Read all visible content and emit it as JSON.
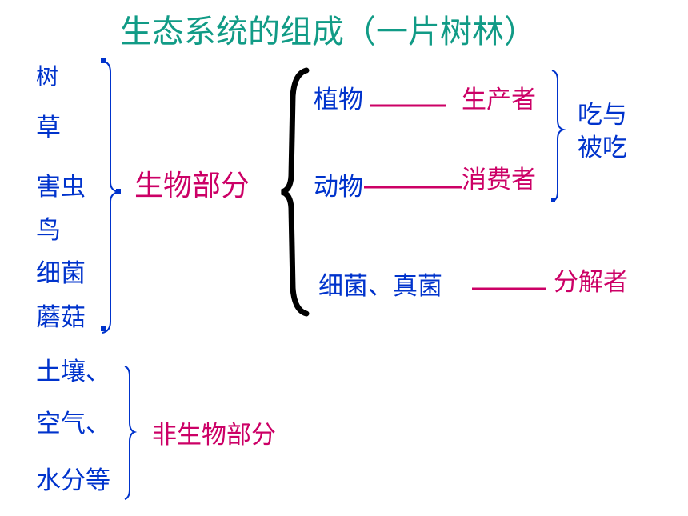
{
  "title": "生态系统的组成（一片树林）",
  "biotic_organisms": [
    "树",
    "草",
    "害虫",
    "鸟",
    "细菌",
    "蘑菇"
  ],
  "biotic_label": "生物部分",
  "abiotic_items": [
    "土壤、",
    "空气、",
    "水分等"
  ],
  "abiotic_label": "非生物部分",
  "groups": [
    {
      "name": "植物",
      "role": "生产者"
    },
    {
      "name": "动物",
      "role": "消费者"
    },
    {
      "name": "细菌、真菌",
      "role": "分解者"
    }
  ],
  "relation": [
    "吃与",
    "被吃"
  ],
  "colors": {
    "title": "#119b86",
    "blue": "#0033cc",
    "magenta": "#cc0066",
    "brace_black": "#000000"
  }
}
